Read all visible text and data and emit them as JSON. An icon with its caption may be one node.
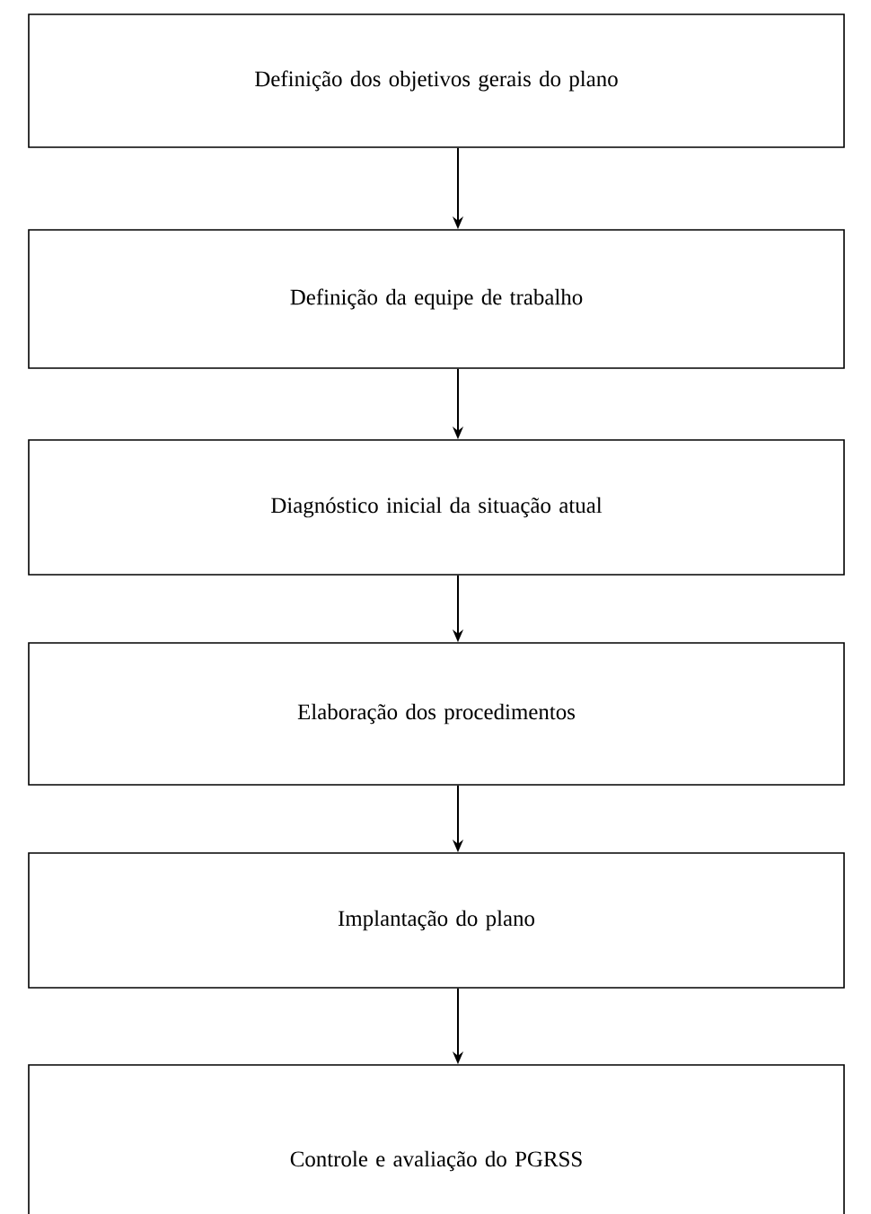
{
  "diagram": {
    "nodes": [
      {
        "text": [
          "Definição dos objetivos gerais do plano"
        ]
      },
      {
        "text": [
          "Definição da equipe de trabalho"
        ]
      },
      {
        "text": [
          "Diagnóstico inicial da situação atual"
        ]
      },
      {
        "text": [
          "Elaboração dos procedimentos"
        ]
      },
      {
        "text": [
          "Implantação do plano"
        ]
      },
      {
        "text": [
          "Controle e avaliação do PGRSS"
        ]
      }
    ],
    "edges": [
      {
        "from": 0,
        "to": 1,
        "arrow": "to"
      },
      {
        "from": 1,
        "to": 2,
        "arrow": "to"
      },
      {
        "from": 2,
        "to": 3,
        "arrow": "to"
      },
      {
        "from": 3,
        "to": 4,
        "arrow": "to"
      },
      {
        "from": 4,
        "to": 5,
        "arrow": "to"
      }
    ]
  }
}
